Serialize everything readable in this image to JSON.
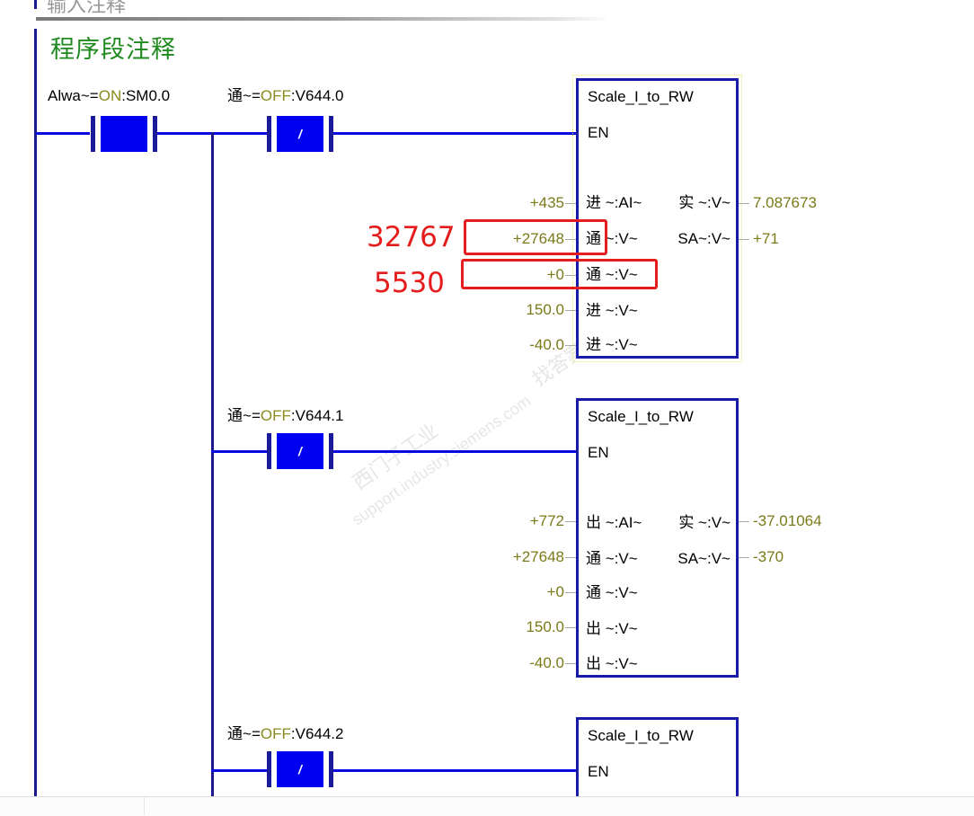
{
  "header": {
    "title_comment": "输入注释",
    "network_comment": "程序段注释"
  },
  "contacts": {
    "c0": {
      "name": "Alwa~",
      "state": "ON",
      "address": "SM0.0",
      "type": "normally-open"
    },
    "c1": {
      "name": "通~",
      "state": "OFF",
      "address": "V644.0",
      "type": "normally-closed",
      "glyph": "/"
    },
    "c2": {
      "name": "通~",
      "state": "OFF",
      "address": "V644.1",
      "type": "normally-closed",
      "glyph": "/"
    },
    "c3": {
      "name": "通~",
      "state": "OFF",
      "address": "V644.2",
      "type": "normally-closed",
      "glyph": "/"
    }
  },
  "blocks": [
    {
      "title": "Scale_I_to_RW",
      "en": "EN",
      "inputs": [
        {
          "value": "+435",
          "label": "进 ~:AI~"
        },
        {
          "value": "+27648",
          "label": "通 ~:V~"
        },
        {
          "value": "+0",
          "label": "通 ~:V~"
        },
        {
          "value": "150.0",
          "label": "进 ~:V~"
        },
        {
          "value": "-40.0",
          "label": "进 ~:V~"
        }
      ],
      "outputs": [
        {
          "label": "实 ~:V~",
          "value": "7.087673"
        },
        {
          "label": "SA~:V~",
          "value": "+71"
        }
      ]
    },
    {
      "title": "Scale_I_to_RW",
      "en": "EN",
      "inputs": [
        {
          "value": "+772",
          "label": "出 ~:AI~"
        },
        {
          "value": "+27648",
          "label": "通 ~:V~"
        },
        {
          "value": "+0",
          "label": "通 ~:V~"
        },
        {
          "value": "150.0",
          "label": "出 ~:V~"
        },
        {
          "value": "-40.0",
          "label": "出 ~:V~"
        }
      ],
      "outputs": [
        {
          "label": "实 ~:V~",
          "value": "-37.01064"
        },
        {
          "label": "SA~:V~",
          "value": "-370"
        }
      ]
    },
    {
      "title": "Scale_I_to_RW",
      "en": "EN"
    }
  ],
  "annotations": {
    "max_label": "32767",
    "min_label": "5530"
  },
  "watermark": {
    "line1": "西门子工业",
    "line2": "support.industry.siemens.com",
    "line3": "找答案"
  },
  "colors": {
    "rung": "#0a0ae0",
    "rail": "#1a1a8a",
    "comment_green": "#1f8a1f",
    "value_olive": "#7a7a18",
    "annotation_red": "#e51c1c"
  }
}
